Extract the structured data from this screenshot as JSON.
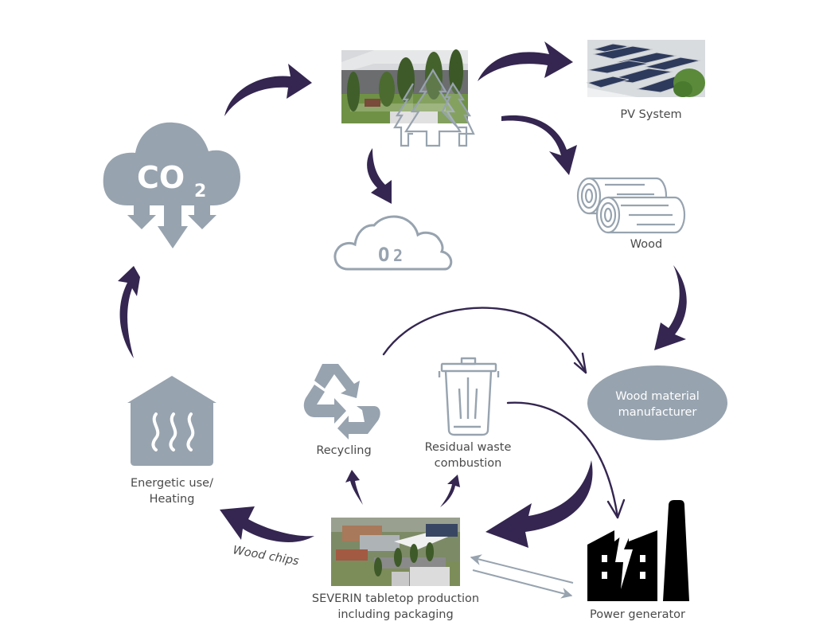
{
  "diagram": {
    "colors": {
      "arrow": "#342650",
      "icon_gray": "#97a3af",
      "text": "#4a4a4a",
      "black": "#000000"
    },
    "nodes": {
      "forest_site": {
        "label": ""
      },
      "pv_system": {
        "label": "PV System"
      },
      "co2": {
        "label": "CO",
        "sub": "2"
      },
      "o2": {
        "label": "O",
        "sub": "2"
      },
      "wood": {
        "label": "Wood"
      },
      "wood_material_manufacturer": {
        "line1": "Wood material",
        "line2": "manufacturer"
      },
      "recycling": {
        "label": "Recycling"
      },
      "residual_waste": {
        "line1": "Residual waste",
        "line2": "combustion"
      },
      "energetic_use": {
        "line1": "Energetic use/",
        "line2": "Heating"
      },
      "severin_production": {
        "line1": "SEVERIN tabletop production",
        "line2": "including packaging"
      },
      "power_generator": {
        "label": "Power generator"
      }
    },
    "edges": [
      {
        "from": "co2",
        "to": "forest_site",
        "label": ""
      },
      {
        "from": "forest_site",
        "to": "pv_system",
        "label": ""
      },
      {
        "from": "forest_site",
        "to": "o2",
        "label": ""
      },
      {
        "from": "forest_site",
        "to": "wood",
        "label": ""
      },
      {
        "from": "wood",
        "to": "wood_material_manufacturer",
        "label": ""
      },
      {
        "from": "recycling",
        "to": "wood_material_manufacturer",
        "label": ""
      },
      {
        "from": "residual_waste",
        "to": "power_generator",
        "label": ""
      },
      {
        "from": "wood_material_manufacturer",
        "to": "severin_production",
        "label": ""
      },
      {
        "from": "severin_production",
        "to": "recycling",
        "label": ""
      },
      {
        "from": "severin_production",
        "to": "residual_waste",
        "label": ""
      },
      {
        "from": "severin_production",
        "to": "energetic_use",
        "label": "Wood chips"
      },
      {
        "from": "power_generator",
        "to": "severin_production",
        "label": ""
      },
      {
        "from": "severin_production",
        "to": "power_generator",
        "label": ""
      },
      {
        "from": "energetic_use",
        "to": "co2",
        "label": ""
      }
    ],
    "wood_chips_label": "Wood chips"
  }
}
